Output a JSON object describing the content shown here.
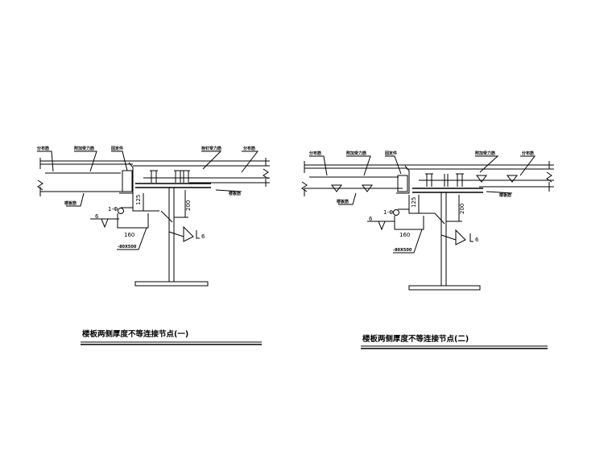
{
  "detail_1": {
    "caption": "楼板两侧厚度不等连接节点(一)",
    "labels": {
      "top_left": "分布筋",
      "top_mid": "附加受力筋",
      "clip": "固定件",
      "top_right_mid": "栓钉受力筋",
      "top_right": "分布筋",
      "bottom_left": "楼板筋",
      "bottom_right": "楼板筋"
    },
    "dims": {
      "vertical_small": "125",
      "vertical_big": "200",
      "horizontal": "160",
      "rebar_ref": "1-Φ",
      "weld_left": "6",
      "weld_right": "6",
      "stiffener": "-80X500"
    }
  },
  "detail_2": {
    "caption": "楼板两侧厚度不等连接节点(二)",
    "labels": {
      "top_left": "分布筋",
      "top_mid": "附加受力筋",
      "clip": "固定件",
      "top_right_mid": "附加受力筋",
      "top_right": "分布筋",
      "bottom_left": "楼板筋",
      "bottom_right": "楼板筋"
    },
    "dims": {
      "vertical_small": "125",
      "vertical_big": "200",
      "horizontal": "160",
      "rebar_ref": "1-Φ",
      "weld_left": "6",
      "weld_right": "6",
      "stiffener": "-80X500"
    }
  }
}
